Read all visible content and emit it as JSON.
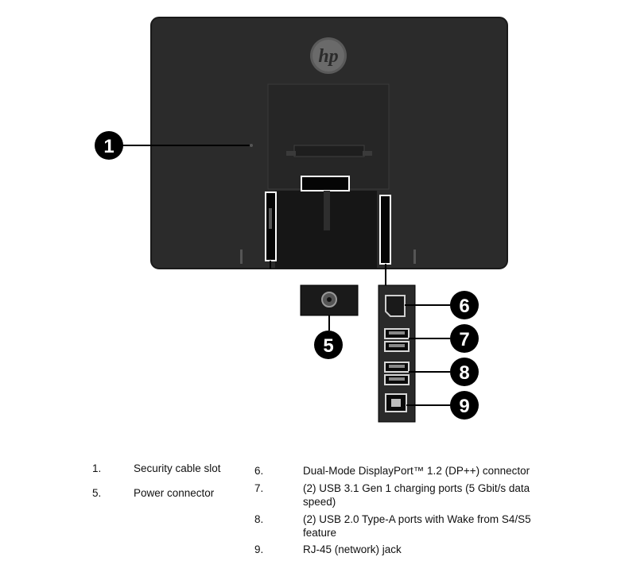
{
  "diagram": {
    "brand_logo_text": "hp",
    "callouts": [
      "1",
      "5",
      "6",
      "7",
      "8",
      "9"
    ]
  },
  "legend": {
    "left": [
      {
        "num": "1.",
        "text": "Security cable slot"
      },
      {
        "num": "5.",
        "text": "Power connector"
      }
    ],
    "right": [
      {
        "num": "6.",
        "text": "Dual-Mode DisplayPort™ 1.2 (DP++)  connector"
      },
      {
        "num": "7.",
        "text": "(2) USB 3.1 Gen 1 charging ports (5 Gbit/s data speed)"
      },
      {
        "num": "8.",
        "text": "(2) USB 2.0 Type-A ports with Wake from S4/S5 feature"
      },
      {
        "num": "9.",
        "text": "RJ-45 (network) jack"
      }
    ]
  }
}
